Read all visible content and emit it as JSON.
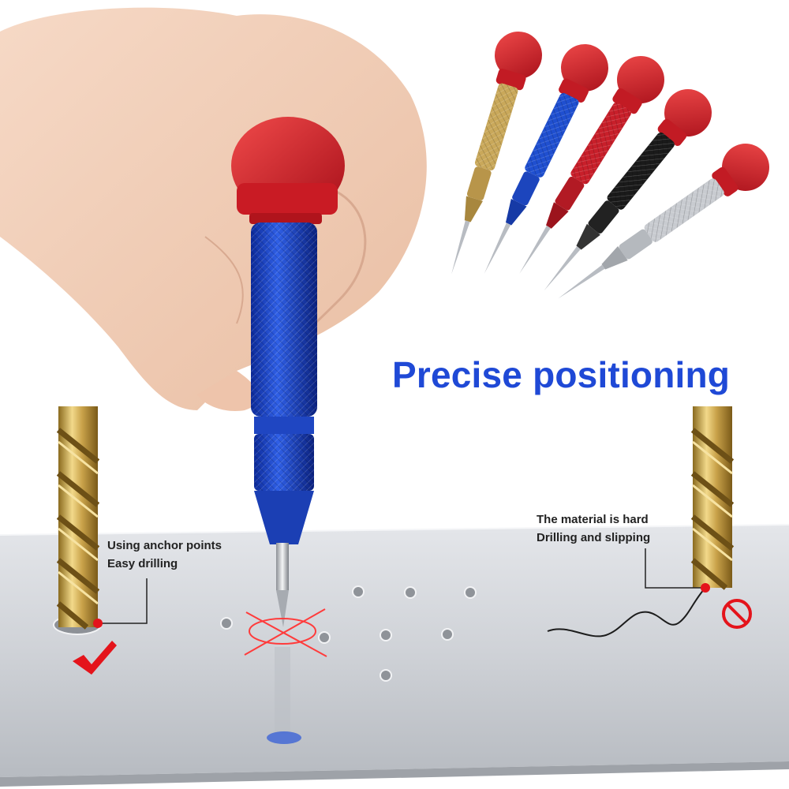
{
  "headline": "Precise positioning",
  "callout_left": {
    "line1": "Using anchor points",
    "line2": "Easy drilling"
  },
  "callout_right": {
    "line1": "The material is hard",
    "line2": "Drilling and slipping"
  },
  "tool_colors": [
    "#c9a85a",
    "#1f4fd0",
    "#c81f2a",
    "#1a1a1a",
    "#c8cbd0"
  ],
  "cap_color": "#d21f26",
  "correct_mark": "checkmark-icon",
  "wrong_mark": "prohibited-icon"
}
